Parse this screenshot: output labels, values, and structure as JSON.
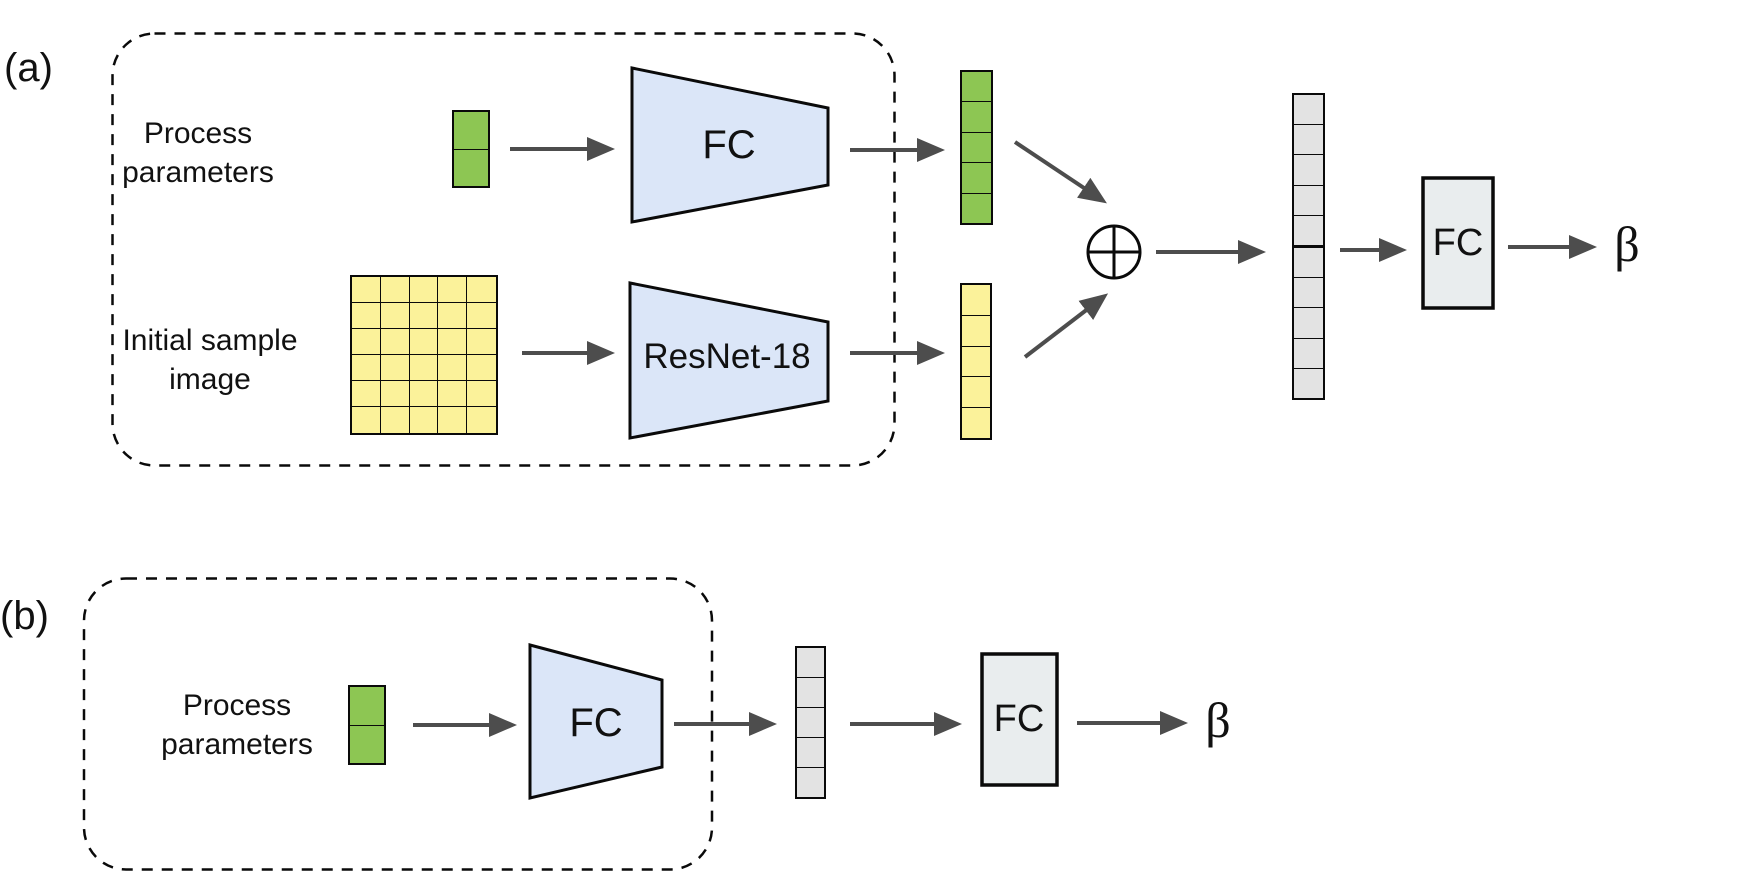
{
  "figure": {
    "panel_a": {
      "label": "(a)",
      "inputs": {
        "process_parameters": {
          "line1": "Process",
          "line2": "parameters"
        },
        "initial_sample_image": {
          "line1": "Initial sample",
          "line2": "image"
        }
      },
      "blocks": {
        "fc_encoder": "FC",
        "resnet_encoder": "ResNet-18",
        "fc_head": "FC"
      },
      "output_symbol": "β"
    },
    "panel_b": {
      "label": "(b)",
      "inputs": {
        "process_parameters": {
          "line1": "Process",
          "line2": "parameters"
        }
      },
      "blocks": {
        "fc_encoder": "FC",
        "fc_head": "FC"
      },
      "output_symbol": "β"
    }
  },
  "vectors": {
    "process_params_a": {
      "cells": 2,
      "fill": "green_fill"
    },
    "param_embedding_a": {
      "cells": 5,
      "fill": "green_fill"
    },
    "image_embedding_a": {
      "cells": 5,
      "fill": "yellow_fill"
    },
    "concat_embedding_a": {
      "cells": 10,
      "fill": "gray_cell_fill",
      "mid_divider": true
    },
    "process_params_b": {
      "cells": 2,
      "fill": "green_fill"
    },
    "param_embedding_b": {
      "cells": 5,
      "fill": "gray_cell_fill"
    }
  },
  "grids": {
    "initial_sample_image_a": {
      "rows": 6,
      "cols": 5,
      "fill": "yellow_fill"
    }
  },
  "colors": {
    "green_fill": "#8dc653",
    "yellow_fill": "#fbf29a",
    "blue_block_fill": "#dbe6f8",
    "gray_block_fill": "#e9edee",
    "gray_cell_fill": "#e3e3e3",
    "arrow": "#4d4d4d",
    "outline": "#0a0a0a"
  }
}
